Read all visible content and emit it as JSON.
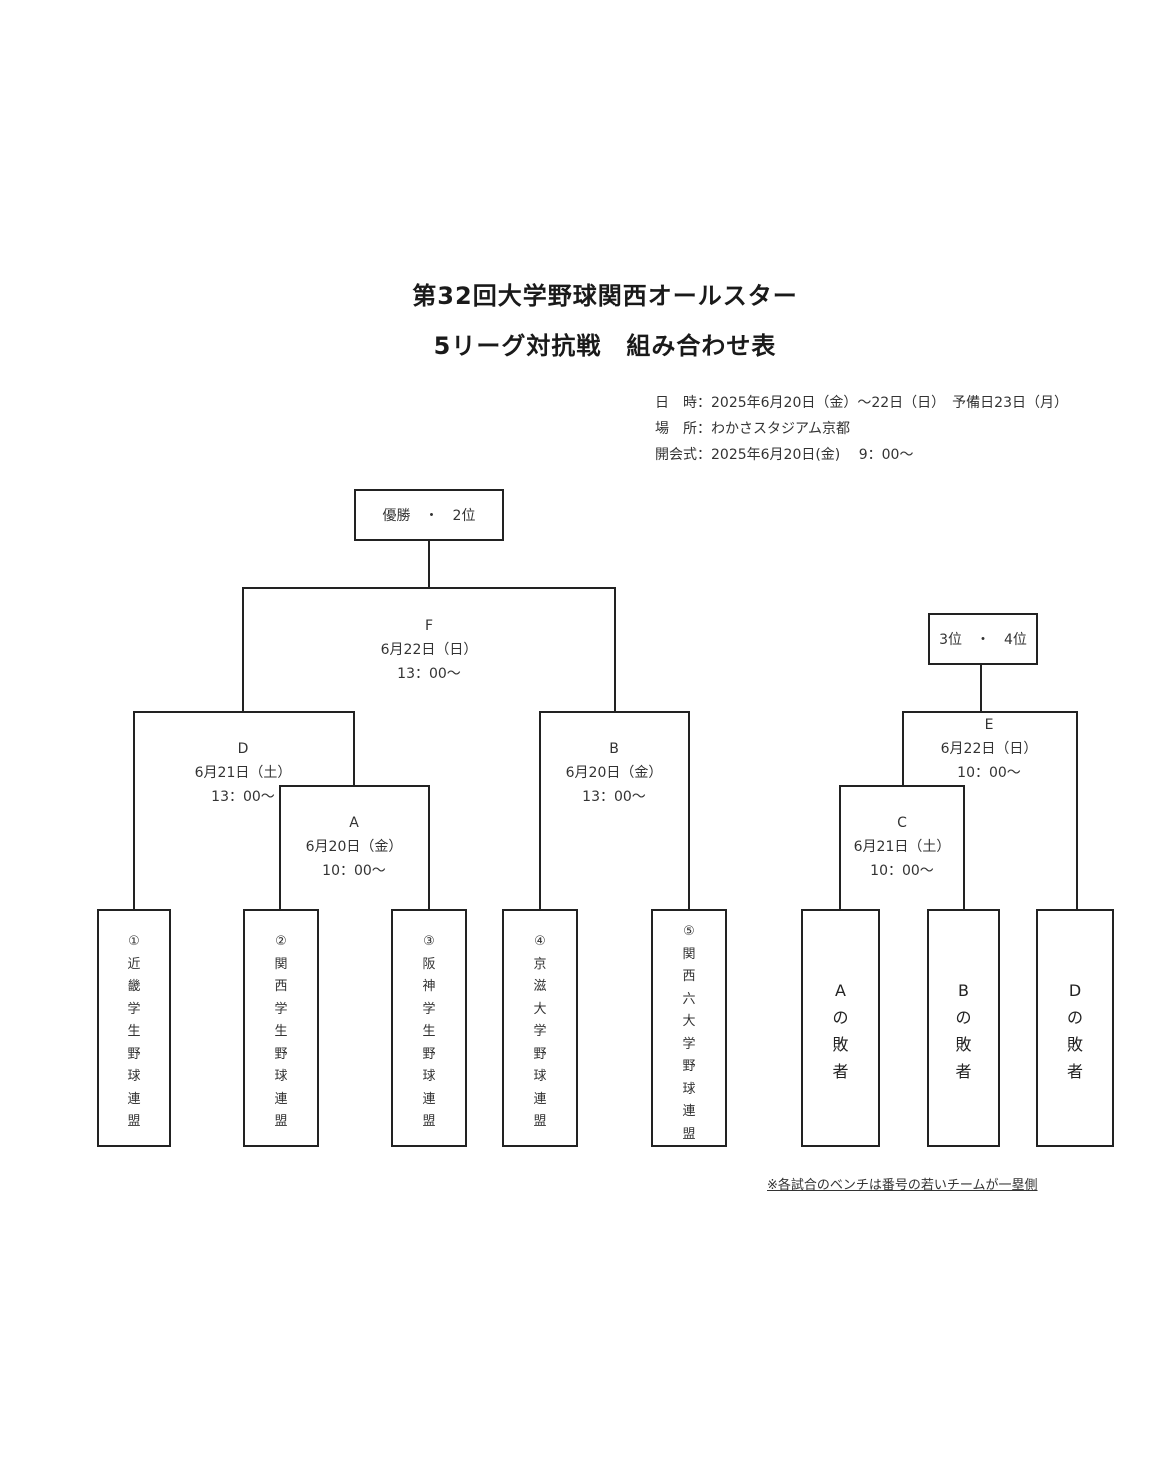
{
  "title": {
    "line1": "第32回大学野球関西オールスター",
    "line2": "5リーグ対抗戦　組み合わせ表"
  },
  "info": {
    "date": "日　時：2025年6月20日（金）～22日（日）　予備日23日（月）",
    "venue": "場　所：わかさスタジアム京都",
    "opening": "開会式：2025年6月20日(金)　 9：00～"
  },
  "ranks": {
    "final": "優勝　・　2位",
    "third": "3位　・　4位"
  },
  "matches": {
    "F": {
      "label": "F",
      "date": "6月22日（日）",
      "time": "13：00～"
    },
    "D": {
      "label": "D",
      "date": "6月21日（土）",
      "time": "13：00～"
    },
    "A": {
      "label": "A",
      "date": "6月20日（金）",
      "time": "10：00～"
    },
    "B": {
      "label": "B",
      "date": "6月20日（金）",
      "time": "13：00～"
    },
    "E": {
      "label": "E",
      "date": "6月22日（日）",
      "time": "10：00～"
    },
    "C": {
      "label": "C",
      "date": "6月21日（土）",
      "time": "10：00～"
    }
  },
  "teams": [
    {
      "chars": [
        "①",
        "近",
        "畿",
        "学",
        "生",
        "野",
        "球",
        "連",
        "盟"
      ]
    },
    {
      "chars": [
        "②",
        "関",
        "西",
        "学",
        "生",
        "野",
        "球",
        "連",
        "盟"
      ]
    },
    {
      "chars": [
        "③",
        "阪",
        "神",
        "学",
        "生",
        "野",
        "球",
        "連",
        "盟"
      ]
    },
    {
      "chars": [
        "④",
        "京",
        "滋",
        "大",
        "学",
        "野",
        "球",
        "連",
        "盟"
      ]
    },
    {
      "chars": [
        "⑤",
        "関",
        "西",
        "六",
        "大",
        "学",
        "野",
        "球",
        "連",
        "盟"
      ]
    }
  ],
  "losers": [
    {
      "chars": [
        "A",
        "の",
        "敗",
        "者"
      ]
    },
    {
      "chars": [
        "B",
        "の",
        "敗",
        "者"
      ]
    },
    {
      "chars": [
        "D",
        "の",
        "敗",
        "者"
      ]
    }
  ],
  "note": "※各試合のベンチは番号の若いチームが一塁側"
}
